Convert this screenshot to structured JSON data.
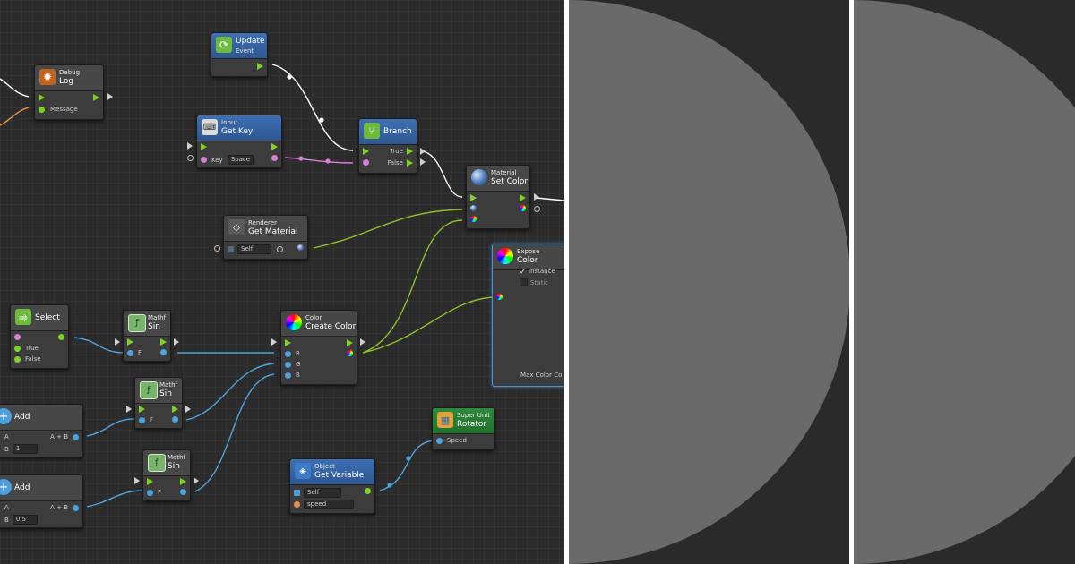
{
  "nodes": {
    "debug_log": {
      "kind": "Debug",
      "name": "Log",
      "message_label": "Message"
    },
    "update_event": {
      "name": "Update",
      "kind": "Event"
    },
    "input_get_key": {
      "kind": "Input",
      "name": "Get Key",
      "key_label": "Key",
      "key_value": "Space"
    },
    "branch": {
      "name": "Branch",
      "true_label": "True",
      "false_label": "False"
    },
    "material_set_color": {
      "kind": "Material",
      "name": "Set Color"
    },
    "renderer_get_material": {
      "kind": "Renderer",
      "name": "Get Material",
      "self_value": "Self"
    },
    "expose_color": {
      "kind": "Expose",
      "name": "Color",
      "instance_label": "Instance",
      "static_label": "Static",
      "footer": "Max Color Co"
    },
    "select": {
      "name": "Select",
      "true_label": "True",
      "false_label": "False"
    },
    "mathf_sin_1": {
      "kind": "Mathf",
      "name": "Sin",
      "input_label": "F"
    },
    "color_create": {
      "kind": "Color",
      "name": "Create Color",
      "r_label": "R",
      "g_label": "G",
      "b_label": "B"
    },
    "mathf_sin_2": {
      "kind": "Mathf",
      "name": "Sin",
      "input_label": "F"
    },
    "add_1": {
      "name": "Add",
      "a_label": "A",
      "b_label": "B",
      "b_value": "1",
      "output_label": "A + B"
    },
    "super_unit": {
      "kind": "Super Unit",
      "name": "Rotator",
      "speed_label": "Speed"
    },
    "mathf_sin_3": {
      "kind": "Mathf",
      "name": "Sin",
      "input_label": "F"
    },
    "object_get_variable": {
      "kind": "Object",
      "name": "Get Variable",
      "self_value": "Self",
      "var_value": "speed"
    },
    "add_2": {
      "name": "Add",
      "a_label": "A",
      "b_label": "B",
      "b_value": "0.5",
      "output_label": "A + B"
    }
  },
  "colors": {
    "flow": "#7ed321",
    "wire_float": "#4ea3df",
    "wire_color": "#8fbf2a",
    "wire_key": "#d77fd7",
    "wire_control": "#ffffff",
    "wire_string": "#e8944a",
    "header_blue": "#3e6fb4",
    "header_green": "#2f8a3c",
    "panel_circle": "#6a6a6a"
  }
}
